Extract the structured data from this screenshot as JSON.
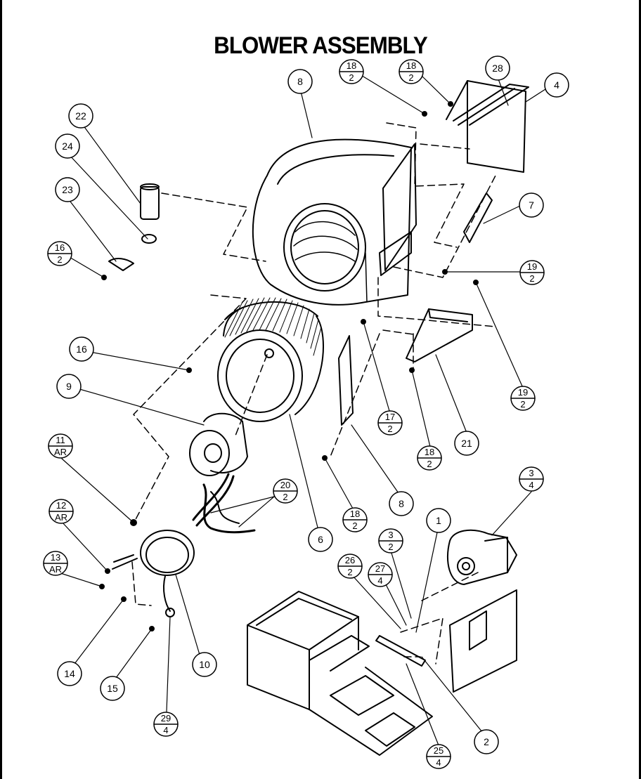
{
  "title": "BLOWER ASSEMBLY",
  "callouts": [
    {
      "id": "c-8-top",
      "top": "8"
    },
    {
      "id": "c-18-2-a",
      "top": "18",
      "bottom": "2"
    },
    {
      "id": "c-18-2-b",
      "top": "18",
      "bottom": "2"
    },
    {
      "id": "c-28",
      "top": "28"
    },
    {
      "id": "c-4",
      "top": "4"
    },
    {
      "id": "c-22",
      "top": "22"
    },
    {
      "id": "c-24",
      "top": "24"
    },
    {
      "id": "c-23",
      "top": "23"
    },
    {
      "id": "c-16-2",
      "top": "16",
      "bottom": "2"
    },
    {
      "id": "c-7",
      "top": "7"
    },
    {
      "id": "c-19-2-a",
      "top": "19",
      "bottom": "2"
    },
    {
      "id": "c-16",
      "top": "16"
    },
    {
      "id": "c-19-2-b",
      "top": "19",
      "bottom": "2"
    },
    {
      "id": "c-9",
      "top": "9"
    },
    {
      "id": "c-17-2",
      "top": "17",
      "bottom": "2"
    },
    {
      "id": "c-21",
      "top": "21"
    },
    {
      "id": "c-11-ar",
      "top": "11",
      "bottom": "AR"
    },
    {
      "id": "c-18-2-c",
      "top": "18",
      "bottom": "2"
    },
    {
      "id": "c-3-4",
      "top": "3",
      "bottom": "4"
    },
    {
      "id": "c-20-2",
      "top": "20",
      "bottom": "2"
    },
    {
      "id": "c-8-mid",
      "top": "8"
    },
    {
      "id": "c-12-ar",
      "top": "12",
      "bottom": "AR"
    },
    {
      "id": "c-18-2-d",
      "top": "18",
      "bottom": "2"
    },
    {
      "id": "c-1",
      "top": "1"
    },
    {
      "id": "c-6",
      "top": "6"
    },
    {
      "id": "c-3-2",
      "top": "3",
      "bottom": "2"
    },
    {
      "id": "c-13-ar",
      "top": "13",
      "bottom": "AR"
    },
    {
      "id": "c-26-2",
      "top": "26",
      "bottom": "2"
    },
    {
      "id": "c-27-4",
      "top": "27",
      "bottom": "4"
    },
    {
      "id": "c-14",
      "top": "14"
    },
    {
      "id": "c-10",
      "top": "10"
    },
    {
      "id": "c-15",
      "top": "15"
    },
    {
      "id": "c-29-4",
      "top": "29",
      "bottom": "4"
    },
    {
      "id": "c-2",
      "top": "2"
    },
    {
      "id": "c-25-4",
      "top": "25",
      "bottom": "4"
    }
  ]
}
